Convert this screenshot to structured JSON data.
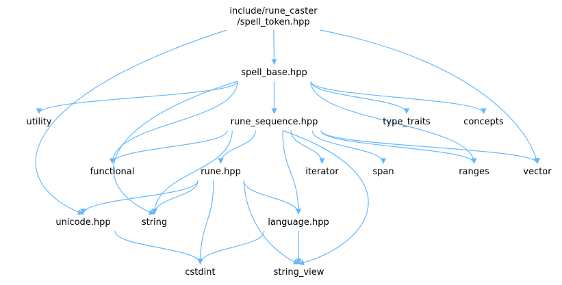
{
  "nodes": {
    "spell_token": {
      "lines": [
        "include/rune_caster",
        "/spell_token.hpp"
      ],
      "kind": "root"
    },
    "spell_base": {
      "lines": [
        "spell_base.hpp"
      ],
      "kind": "local"
    },
    "rune_sequence": {
      "lines": [
        "rune_sequence.hpp"
      ],
      "kind": "local"
    },
    "rune": {
      "lines": [
        "rune.hpp"
      ],
      "kind": "local"
    },
    "unicode": {
      "lines": [
        "unicode.hpp"
      ],
      "kind": "local"
    },
    "language": {
      "lines": [
        "language.hpp"
      ],
      "kind": "local"
    },
    "utility": {
      "lines": [
        "utility"
      ],
      "kind": "system"
    },
    "functional": {
      "lines": [
        "functional"
      ],
      "kind": "system"
    },
    "string": {
      "lines": [
        "string"
      ],
      "kind": "system"
    },
    "type_traits": {
      "lines": [
        "type_traits"
      ],
      "kind": "system"
    },
    "concepts": {
      "lines": [
        "concepts"
      ],
      "kind": "system"
    },
    "iterator": {
      "lines": [
        "iterator"
      ],
      "kind": "system"
    },
    "span": {
      "lines": [
        "span"
      ],
      "kind": "system"
    },
    "ranges": {
      "lines": [
        "ranges"
      ],
      "kind": "system"
    },
    "vector": {
      "lines": [
        "vector"
      ],
      "kind": "system"
    },
    "cstdint": {
      "lines": [
        "cstdint"
      ],
      "kind": "system"
    },
    "string_view": {
      "lines": [
        "string_view"
      ],
      "kind": "system"
    }
  },
  "edges": [
    [
      "spell_token",
      "spell_base"
    ],
    [
      "spell_token",
      "unicode"
    ],
    [
      "spell_token",
      "vector"
    ],
    [
      "spell_base",
      "utility"
    ],
    [
      "spell_base",
      "functional"
    ],
    [
      "spell_base",
      "string"
    ],
    [
      "spell_base",
      "rune_sequence"
    ],
    [
      "spell_base",
      "type_traits"
    ],
    [
      "spell_base",
      "concepts"
    ],
    [
      "spell_base",
      "ranges"
    ],
    [
      "rune_sequence",
      "functional"
    ],
    [
      "rune_sequence",
      "string"
    ],
    [
      "rune_sequence",
      "rune"
    ],
    [
      "rune_sequence",
      "language"
    ],
    [
      "rune_sequence",
      "iterator"
    ],
    [
      "rune_sequence",
      "span"
    ],
    [
      "rune_sequence",
      "ranges"
    ],
    [
      "rune_sequence",
      "vector"
    ],
    [
      "rune_sequence",
      "string_view"
    ],
    [
      "rune",
      "unicode"
    ],
    [
      "rune",
      "string"
    ],
    [
      "rune",
      "language"
    ],
    [
      "rune",
      "cstdint"
    ],
    [
      "rune",
      "string_view"
    ],
    [
      "unicode",
      "cstdint"
    ],
    [
      "language",
      "cstdint"
    ],
    [
      "language",
      "string_view"
    ]
  ]
}
